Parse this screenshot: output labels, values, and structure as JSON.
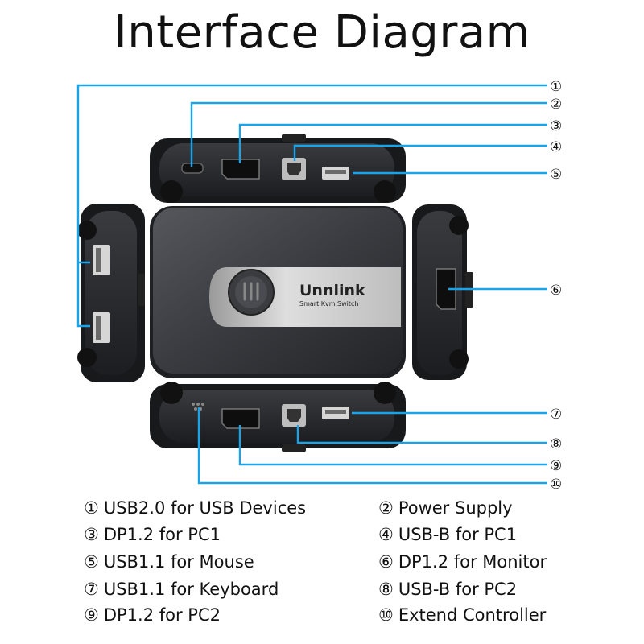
{
  "title": "Interface Diagram",
  "brand": {
    "name": "Unnlink",
    "tagline": "Smart Kvm Switch"
  },
  "colors": {
    "leader": "#1aa3e8",
    "device": "#2a2b2e",
    "device_dark": "#17181a",
    "label_bg": "#c9c9c9"
  },
  "callouts": [
    "①",
    "②",
    "③",
    "④",
    "⑤",
    "⑥",
    "⑦",
    "⑧",
    "⑨",
    "⑩"
  ],
  "legend": [
    {
      "num": "①",
      "text": "USB2.0 for USB Devices"
    },
    {
      "num": "②",
      "text": "Power Supply"
    },
    {
      "num": "③",
      "text": "DP1.2 for PC1"
    },
    {
      "num": "④",
      "text": "USB-B for PC1"
    },
    {
      "num": "⑤",
      "text": "USB1.1 for Mouse"
    },
    {
      "num": "⑥",
      "text": "DP1.2 for Monitor"
    },
    {
      "num": "⑦",
      "text": "USB1.1 for Keyboard"
    },
    {
      "num": "⑧",
      "text": "USB-B for PC2"
    },
    {
      "num": "⑨",
      "text": "DP1.2 for PC2"
    },
    {
      "num": "⑩",
      "text": "Extend Controller"
    }
  ]
}
